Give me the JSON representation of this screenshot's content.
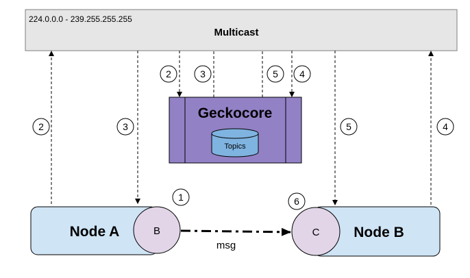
{
  "multicast": {
    "range": "224.0.0.0 - 239.255.255.255",
    "title": "Multicast"
  },
  "geckocore": {
    "title": "Geckocore",
    "db_label": "Topics"
  },
  "node_a": {
    "label": "Node A",
    "port": "B",
    "step": "1"
  },
  "node_b": {
    "label": "Node B",
    "port": "C",
    "step": "6"
  },
  "message_label": "msg",
  "steps": {
    "core_2": "2",
    "core_3": "3",
    "core_5": "5",
    "core_4": "4",
    "a_2": "2",
    "a_3": "3",
    "b_5": "5",
    "b_4": "4"
  },
  "colors": {
    "multicast_fill": "#e6e6e6",
    "geckocore_fill": "#9381c6",
    "topics_fill": "#7fb3e0",
    "node_fill": "#cfe4f5",
    "port_fill": "#e1d5e7"
  }
}
